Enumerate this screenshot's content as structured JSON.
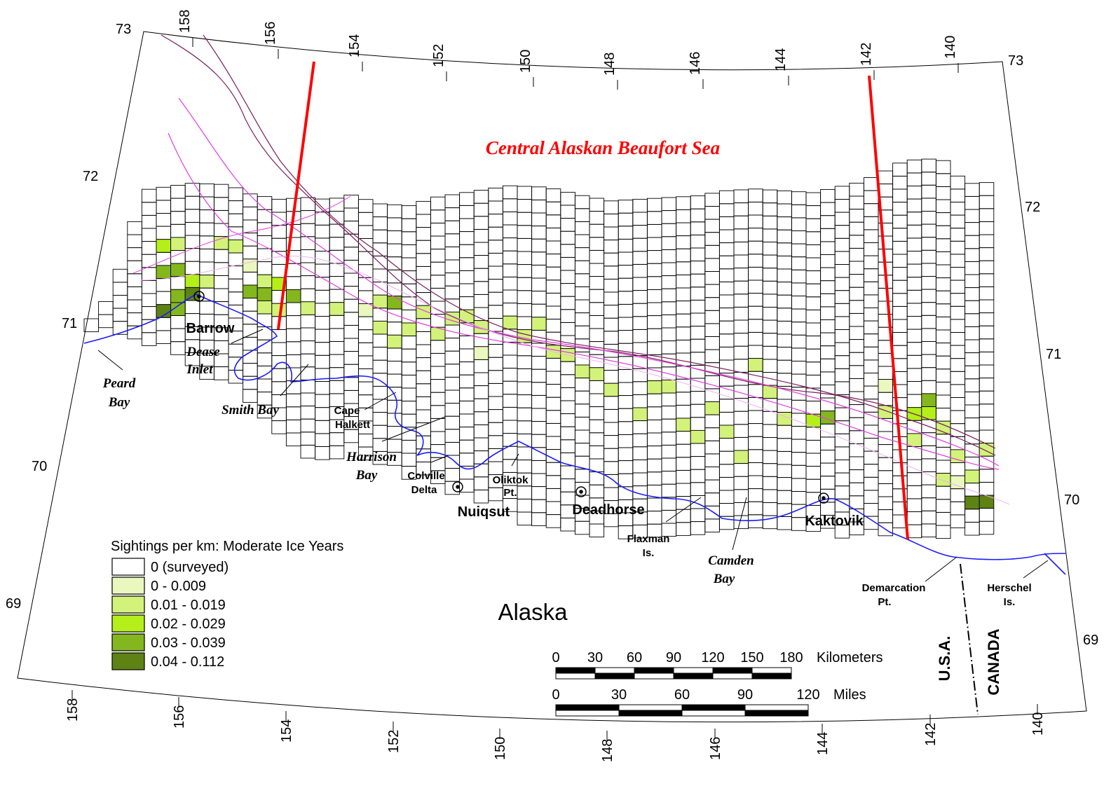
{
  "map": {
    "title": "Central Alaskan Beaufort Sea",
    "region_label": "Alaska",
    "border_labels": {
      "usa": "U.S.A.",
      "canada": "CANADA"
    }
  },
  "legend": {
    "title": "Sightings per km: Moderate Ice Years",
    "classes": [
      {
        "label": "0 (surveyed)",
        "color": "#ffffff"
      },
      {
        "label": "0 - 0.009",
        "color": "#eaf8bf"
      },
      {
        "label": "0.01 - 0.019",
        "color": "#d3f27a"
      },
      {
        "label": "0.02 - 0.029",
        "color": "#b4ef1a"
      },
      {
        "label": "0.03 - 0.039",
        "color": "#84b71e"
      },
      {
        "label": "0.04 - 0.112",
        "color": "#5e8214"
      }
    ]
  },
  "scalebars": {
    "km": {
      "ticks": [
        "0",
        "30",
        "60",
        "90",
        "120",
        "150",
        "180"
      ],
      "unit": "Kilometers"
    },
    "mi": {
      "ticks": [
        "0",
        "30",
        "60",
        "90",
        "120"
      ],
      "unit": "Miles"
    }
  },
  "graticule": {
    "top_longitudes": [
      "158",
      "156",
      "154",
      "152",
      "150",
      "148",
      "146",
      "144",
      "142",
      "140"
    ],
    "bottom_longitudes": [
      "158",
      "156",
      "154",
      "152",
      "150",
      "148",
      "146",
      "144",
      "142",
      "140"
    ],
    "left_latitudes": [
      "73",
      "72",
      "71",
      "70",
      "69"
    ],
    "right_latitudes": [
      "73",
      "72",
      "71",
      "70",
      "69"
    ]
  },
  "places": {
    "barrow": "Barrow",
    "nuiqsut": "Nuiqsut",
    "deadhorse": "Deadhorse",
    "kaktovik": "Kaktovik",
    "dease_inlet": [
      "Dease",
      "Inlet"
    ],
    "peard_bay": [
      "Peard",
      "Bay"
    ],
    "smith_bay": "Smith Bay",
    "cape_halkett": [
      "Cape",
      "Halkett"
    ],
    "harrison_bay": [
      "Harrison",
      "Bay"
    ],
    "colville_delta": [
      "Colville",
      "Delta"
    ],
    "oliktok_pt": [
      "Oliktok",
      "Pt."
    ],
    "flaxman_is": [
      "Flaxman",
      "Is."
    ],
    "camden_bay": [
      "Camden",
      "Bay"
    ],
    "demarcation_pt": [
      "Demarcation",
      "Pt."
    ],
    "herschel_is": [
      "Herschel",
      "Is."
    ]
  },
  "colors": {
    "boundary": "#ff0000",
    "coastline": "#1a1aff",
    "isobath_dark": "#7a1f5c",
    "isobath_light": "#e040e0",
    "grid": "#000000"
  }
}
